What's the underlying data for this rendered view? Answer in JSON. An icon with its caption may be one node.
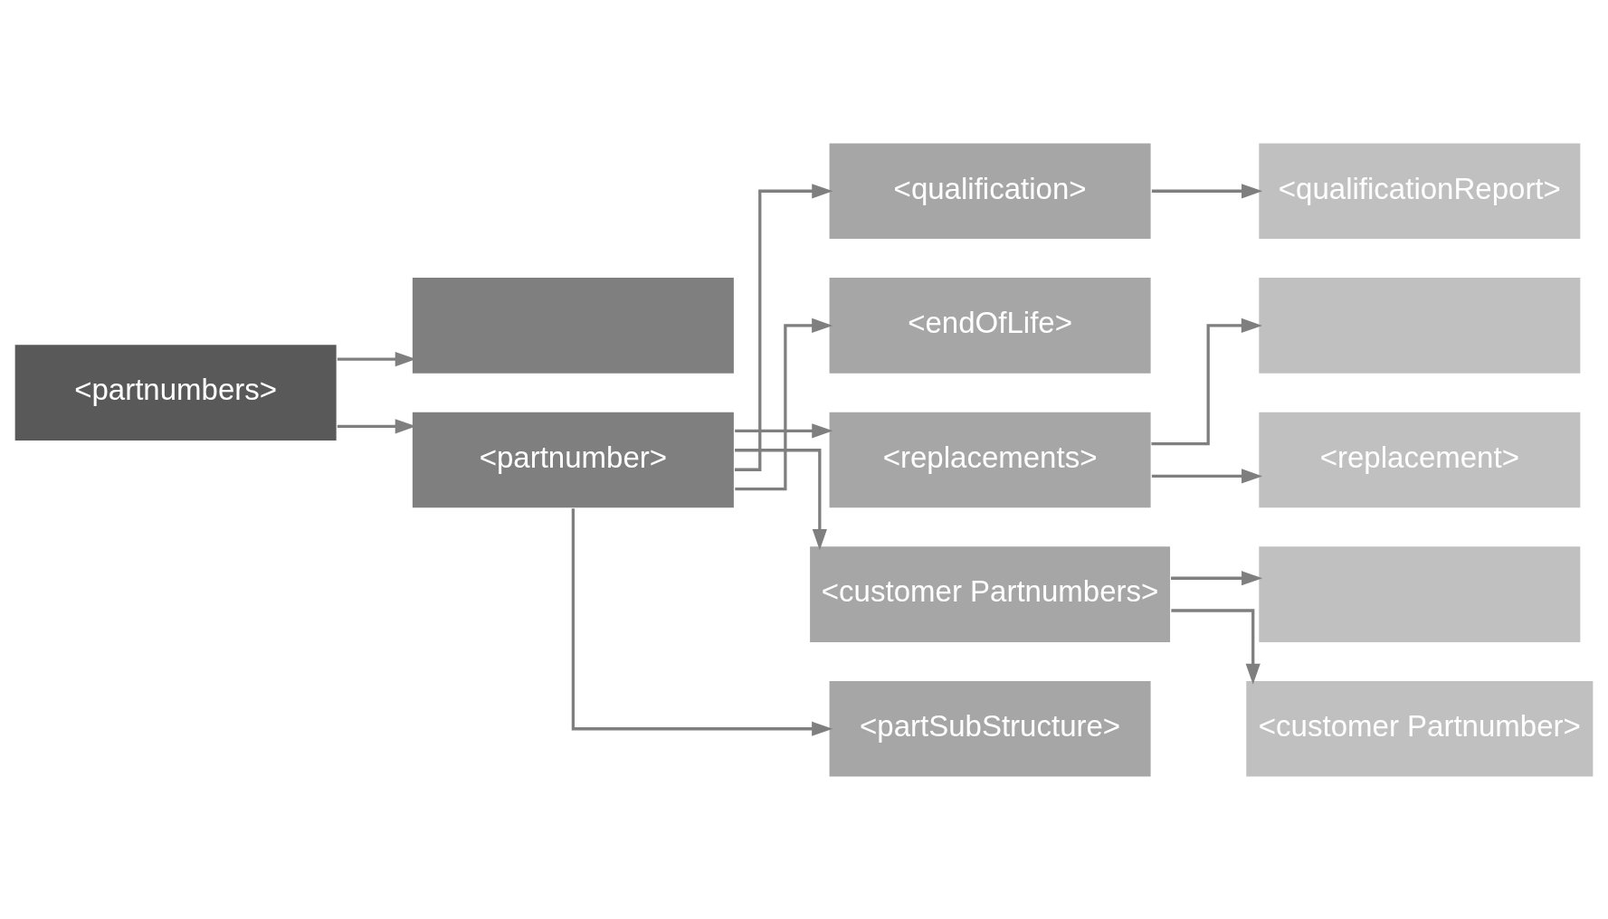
{
  "diagram": {
    "nodes": [
      {
        "text": [
          "<partnumbers>"
        ]
      },
      {
        "text": [],
        "shape": "box"
      },
      {
        "text": [
          "<partnumber>"
        ]
      },
      {
        "text": [
          "<qualification>"
        ]
      },
      {
        "text": [
          "<qualificationReport>"
        ]
      },
      {
        "text": [
          "<endOfLife>"
        ]
      },
      {
        "text": [
          "<replacements>"
        ]
      },
      {
        "text": [],
        "shape": "box"
      },
      {
        "text": [
          "<replacement>"
        ]
      },
      {
        "text": [
          "<customer Partnumbers>"
        ]
      },
      {
        "text": [],
        "shape": "box"
      },
      {
        "text": [
          "<customer Partnumber>"
        ]
      },
      {
        "text": [
          "<partSubStructure>"
        ]
      }
    ],
    "edges": [
      {
        "from": 0,
        "to": 1,
        "arrow": "to"
      },
      {
        "from": 0,
        "to": 2,
        "arrow": "to"
      },
      {
        "from": 2,
        "to": 3,
        "arrow": "to"
      },
      {
        "from": 3,
        "to": 4,
        "arrow": "to"
      },
      {
        "from": 2,
        "to": 5,
        "arrow": "to"
      },
      {
        "from": 2,
        "to": 6,
        "arrow": "to"
      },
      {
        "from": 6,
        "to": 7,
        "arrow": "to"
      },
      {
        "from": 6,
        "to": 8,
        "arrow": "to"
      },
      {
        "from": 2,
        "to": 9,
        "arrow": "to"
      },
      {
        "from": 9,
        "to": 10,
        "arrow": "to"
      },
      {
        "from": 9,
        "to": 11,
        "arrow": "to"
      },
      {
        "from": 2,
        "to": 12,
        "arrow": "to"
      }
    ]
  }
}
